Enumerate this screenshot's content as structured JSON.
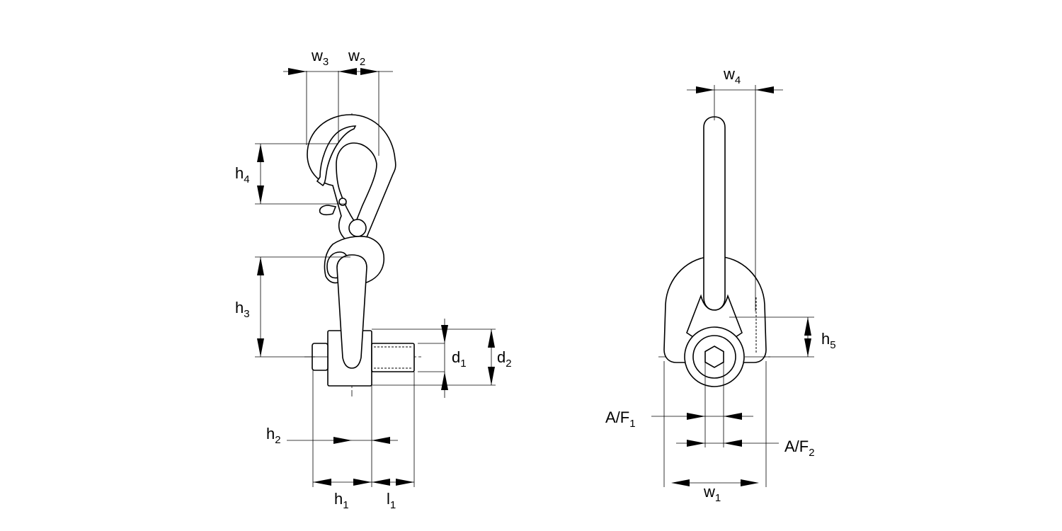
{
  "labels": {
    "w3": {
      "base": "w",
      "sub": "3"
    },
    "w2": {
      "base": "w",
      "sub": "2"
    },
    "w4": {
      "base": "w",
      "sub": "4"
    },
    "h4": {
      "base": "h",
      "sub": "4"
    },
    "h3": {
      "base": "h",
      "sub": "3"
    },
    "h2": {
      "base": "h",
      "sub": "2"
    },
    "h1": {
      "base": "h",
      "sub": "1"
    },
    "h5": {
      "base": "h",
      "sub": "5"
    },
    "l1": {
      "base": "l",
      "sub": "1"
    },
    "d1": {
      "base": "d",
      "sub": "1"
    },
    "d2": {
      "base": "d",
      "sub": "2"
    },
    "w1": {
      "base": "w",
      "sub": "1"
    },
    "af1": {
      "base": "A/F",
      "sub": "1"
    },
    "af2": {
      "base": "A/F",
      "sub": "2"
    }
  }
}
